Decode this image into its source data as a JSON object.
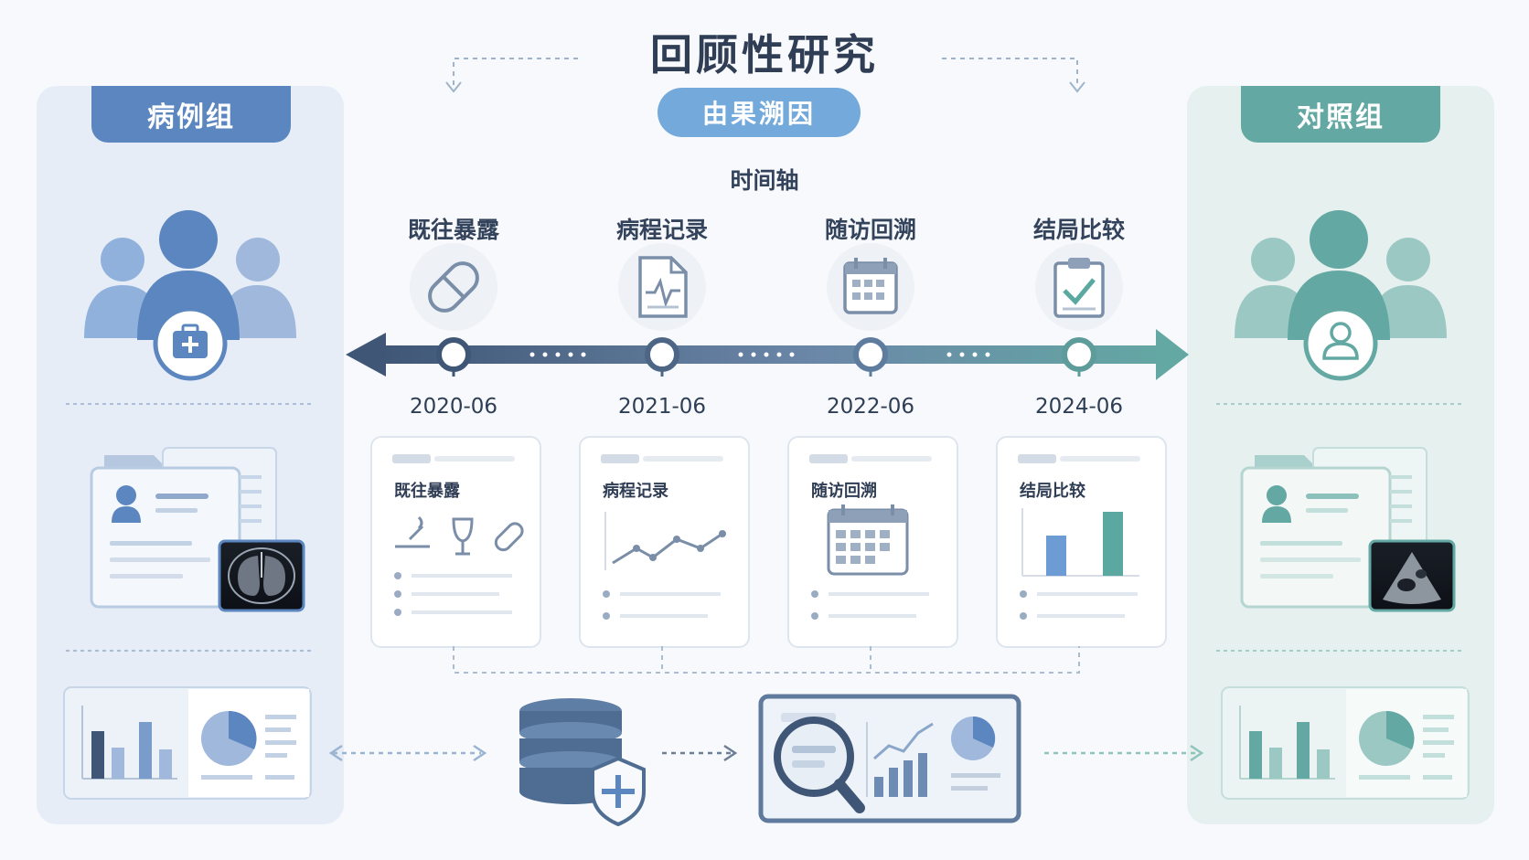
{
  "header": {
    "title": "回顾性研究",
    "subtitle": "由果溯因",
    "timeline_label": "时间轴"
  },
  "groups": {
    "case": {
      "label": "病例组",
      "color": "#5b86bf"
    },
    "control": {
      "label": "对照组",
      "color": "#63a8a3"
    }
  },
  "stages": [
    {
      "title": "既往暴露",
      "date": "2020-06",
      "card_title": "既往暴露",
      "icon": "pill-icon"
    },
    {
      "title": "病程记录",
      "date": "2021-06",
      "card_title": "病程记录",
      "icon": "document-pulse-icon"
    },
    {
      "title": "随访回溯",
      "date": "2022-06",
      "card_title": "随访回溯",
      "icon": "calendar-icon"
    },
    {
      "title": "结局比较",
      "date": "2024-06",
      "card_title": "结局比较",
      "icon": "clipboard-check-icon"
    }
  ],
  "icons": {
    "case_group": "people-medical-icon",
    "control_group": "people-person-icon",
    "database": "database-shield-icon",
    "analysis": "magnifier-chart-icon"
  },
  "colors": {
    "accent_blue": "#5b86bf",
    "accent_teal": "#63a8a3",
    "pill_blue": "#74aadb",
    "dark_navy": "#3f5676"
  }
}
